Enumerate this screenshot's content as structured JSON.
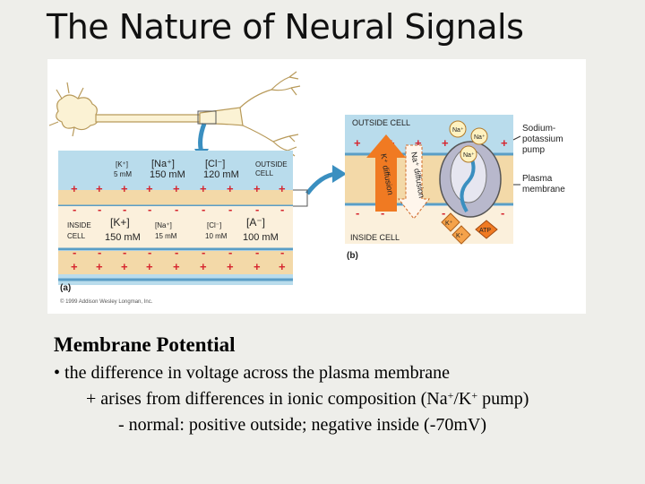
{
  "slide": {
    "title": "The Nature of Neural Signals",
    "section_heading": "Membrane Potential",
    "bullets": {
      "b1_marker": "•",
      "b1_text": "the difference in voltage across the plasma membrane",
      "b2_marker": "+",
      "b2_pre": "arises from differences in ionic composition (Na",
      "b2_sup1": "+",
      "b2_mid": "/K",
      "b2_sup2": "+",
      "b2_post": " pump)",
      "b3_marker": "-",
      "b3_text": "normal:  positive outside; negative inside (-70mV)"
    }
  },
  "figure": {
    "panel_a": {
      "outside_k": "[K⁺]",
      "outside_k_conc": "5 mM",
      "outside_na": "[Na⁺]",
      "outside_na_conc": "150 mM",
      "outside_cl": "[Cl⁻]",
      "outside_cl_conc": "120 mM",
      "outside_label_1": "OUTSIDE",
      "outside_label_2": "CELL",
      "inside_label_1": "INSIDE",
      "inside_label_2": "CELL",
      "inside_k": "[K+]",
      "inside_k_conc": "150 mM",
      "inside_na": "[Na⁺]",
      "inside_na_conc": "15 mM",
      "inside_cl": "[Cl⁻]",
      "inside_cl_conc": "10 mM",
      "inside_a": "[A⁻]",
      "inside_a_conc": "100 mM",
      "panel_letter": "(a)",
      "copyright": "© 1999 Addison Wesley Longman, Inc."
    },
    "panel_b": {
      "outside_cell": "OUTSIDE CELL",
      "inside_cell": "INSIDE CELL",
      "k_diffusion": "K⁺ diffusion",
      "na_diffusion": "Na⁺ diffusion",
      "pump_label_1": "Sodium-",
      "pump_label_2": "potassium",
      "pump_label_3": "pump",
      "membrane_label_1": "Plasma",
      "membrane_label_2": "membrane",
      "na_ion": "Na⁺",
      "k_ion": "K⁺",
      "atp": "ATP",
      "panel_letter": "(b)"
    },
    "signs": {
      "plus": "+",
      "minus": "-"
    },
    "colors": {
      "outside_blue": "#b9dcec",
      "membrane_tan": "#f3d9a8",
      "inside_cream": "#fbf0dc",
      "sign_red": "#d6262f",
      "arrow_orange": "#f07a22",
      "pump_gray": "#b8b8cc",
      "arrow_teal": "#3a8fc0"
    }
  }
}
